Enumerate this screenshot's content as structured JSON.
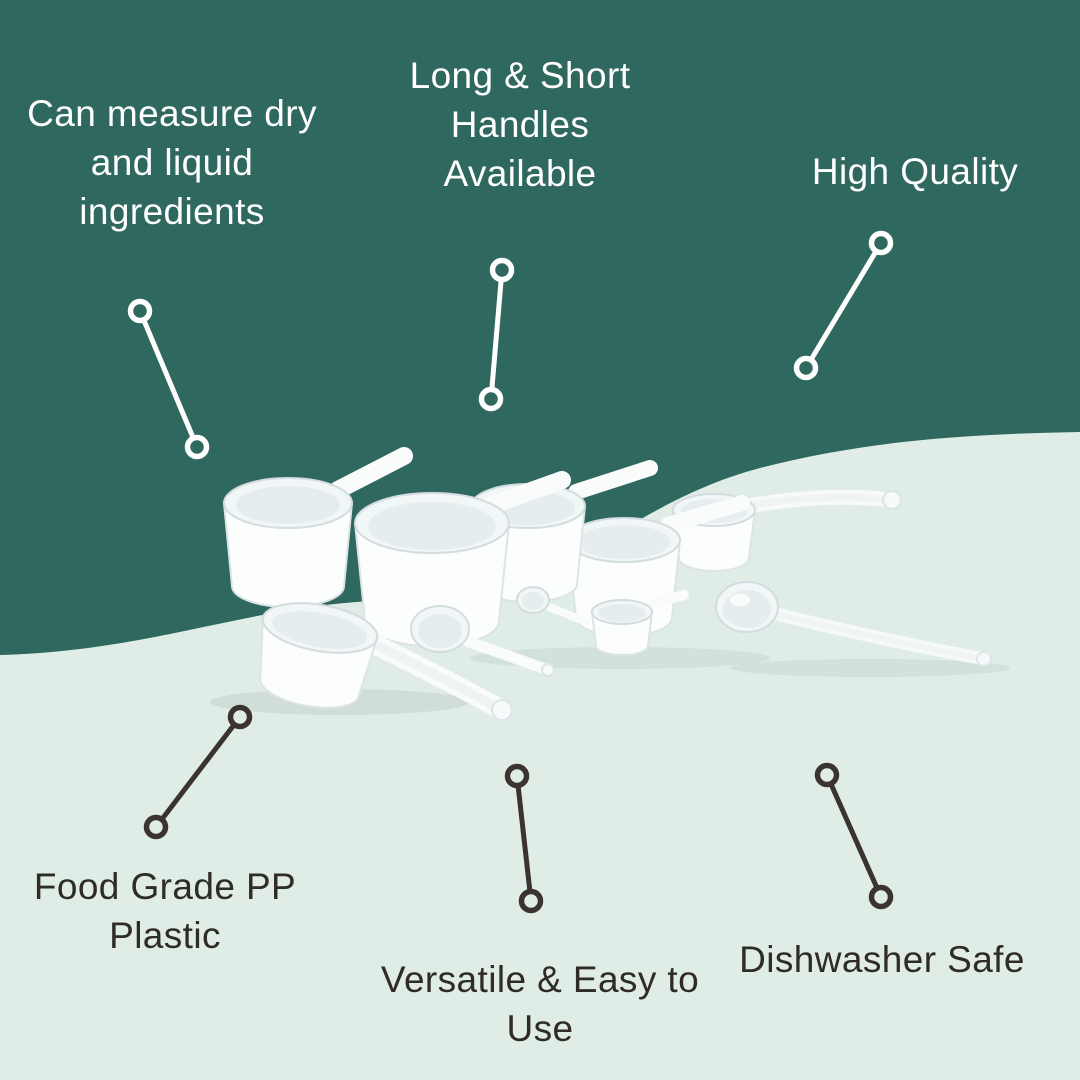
{
  "theme": {
    "bg_dark": "#2f685e",
    "bg_light": "#e0ece6",
    "text_light": "#ffffff",
    "text_dark": "#2f2b27",
    "connector_light": "#ffffff",
    "connector_dark": "#3a332f"
  },
  "callouts": {
    "can_measure": {
      "label": "Can measure dry\nand liquid\ningredients"
    },
    "handles": {
      "label": "Long & Short\nHandles\nAvailable"
    },
    "high_quality": {
      "label": "High Quality"
    },
    "food_grade": {
      "label": "Food Grade PP\nPlastic"
    },
    "versatile": {
      "label": "Versatile & Easy to\nUse"
    },
    "dishwasher": {
      "label": "Dishwasher Safe"
    }
  }
}
